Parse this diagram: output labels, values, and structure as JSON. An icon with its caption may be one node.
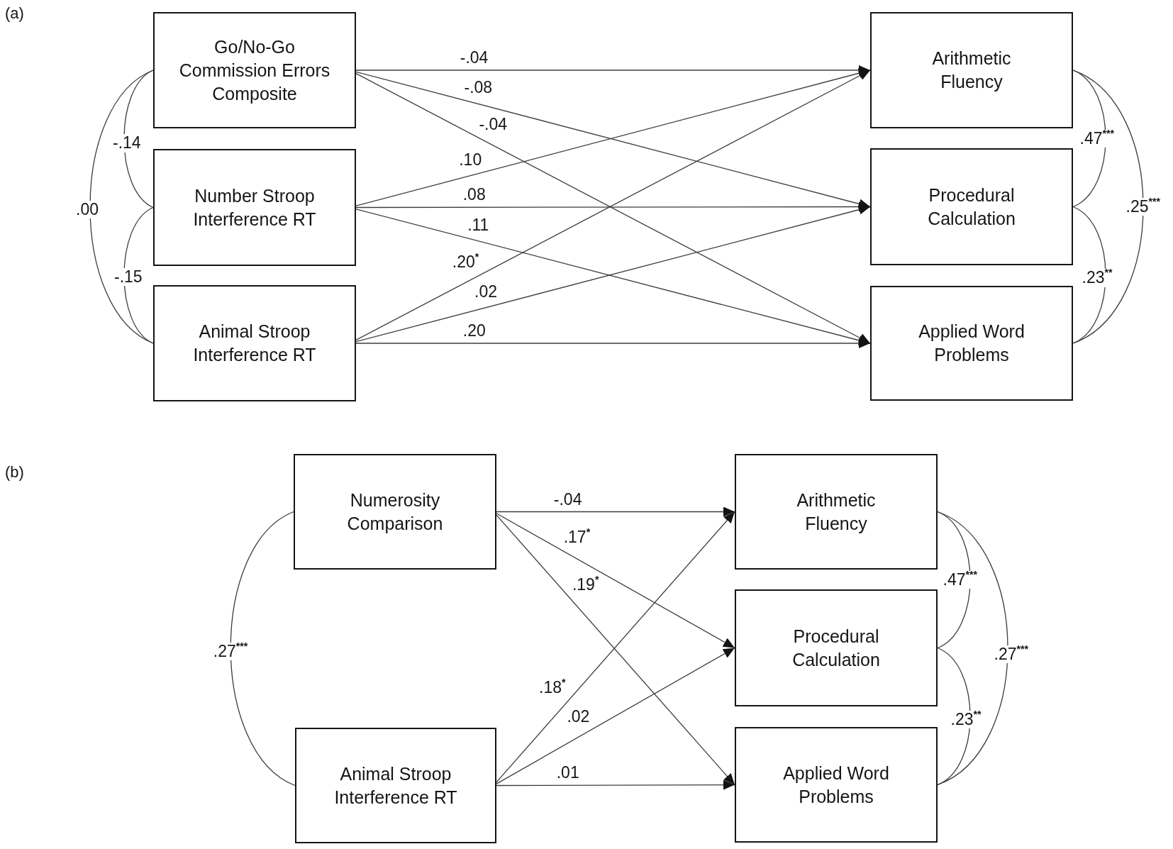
{
  "diagram": {
    "nodes": [
      {
        "text": [
          "Go/No-Go Commission Errors Composite"
        ]
      },
      {
        "text": [
          "Number Stroop Interference RT"
        ]
      },
      {
        "text": [
          "Animal Stroop Interference RT"
        ]
      },
      {
        "text": [
          "Arithmetic Fluency"
        ]
      },
      {
        "text": [
          "Procedural Calculation"
        ]
      },
      {
        "text": [
          "Applied Word Problems"
        ]
      },
      {
        "text": [
          "Numerosity Comparison"
        ]
      },
      {
        "text": [
          "Animal Stroop Interference RT"
        ]
      },
      {
        "text": [
          "Arithmetic Fluency"
        ]
      },
      {
        "text": [
          "Procedural Calculation"
        ]
      },
      {
        "text": [
          "Applied Word Problems"
        ]
      }
    ],
    "edges": [
      {
        "from": 0,
        "to": 3,
        "arrow": "to",
        "label": "-.04"
      },
      {
        "from": 0,
        "to": 4,
        "arrow": "to",
        "label": "-.08"
      },
      {
        "from": 0,
        "to": 5,
        "arrow": "to",
        "label": "-.04"
      },
      {
        "from": 1,
        "to": 3,
        "arrow": "to",
        "label": ".10"
      },
      {
        "from": 1,
        "to": 4,
        "arrow": "to",
        "label": ".08"
      },
      {
        "from": 1,
        "to": 5,
        "arrow": "to",
        "label": ".11"
      },
      {
        "from": 2,
        "to": 3,
        "arrow": "to",
        "label": ".20$^{*}$"
      },
      {
        "from": 2,
        "to": 4,
        "arrow": "to",
        "label": ".02"
      },
      {
        "from": 2,
        "to": 5,
        "arrow": "to",
        "label": ".20"
      },
      {
        "from": 0,
        "to": 1,
        "arrow": "none",
        "label": "-.14"
      },
      {
        "from": 1,
        "to": 2,
        "arrow": "none",
        "label": "-.15"
      },
      {
        "from": 0,
        "to": 2,
        "arrow": "none",
        "label": ".00"
      },
      {
        "from": 3,
        "to": 4,
        "arrow": "none",
        "label": ".47$^{***}$"
      },
      {
        "from": 4,
        "to": 5,
        "arrow": "none",
        "label": ".23$^{**}$"
      },
      {
        "from": 3,
        "to": 5,
        "arrow": "none",
        "label": ".25$^{***}$"
      },
      {
        "from": 6,
        "to": 8,
        "arrow": "to",
        "label": "-.04"
      },
      {
        "from": 6,
        "to": 9,
        "arrow": "to",
        "label": ".17$^{*}$"
      },
      {
        "from": 6,
        "to": 10,
        "arrow": "to",
        "label": ".19$^{*}$"
      },
      {
        "from": 7,
        "to": 8,
        "arrow": "to",
        "label": ".18$^{*}$"
      },
      {
        "from": 7,
        "to": 9,
        "arrow": "to",
        "label": ".02"
      },
      {
        "from": 7,
        "to": 10,
        "arrow": "to",
        "label": ".01"
      },
      {
        "from": 6,
        "to": 7,
        "arrow": "none",
        "label": ".27$^{***}$"
      },
      {
        "from": 8,
        "to": 9,
        "arrow": "none",
        "label": ".47$^{***}$"
      },
      {
        "from": 9,
        "to": 10,
        "arrow": "none",
        "label": ".23$^{**}$"
      },
      {
        "from": 8,
        "to": 10,
        "arrow": "none",
        "label": ".27$^{***}$"
      }
    ],
    "labels": [
      "(a)",
      "(b)"
    ]
  }
}
